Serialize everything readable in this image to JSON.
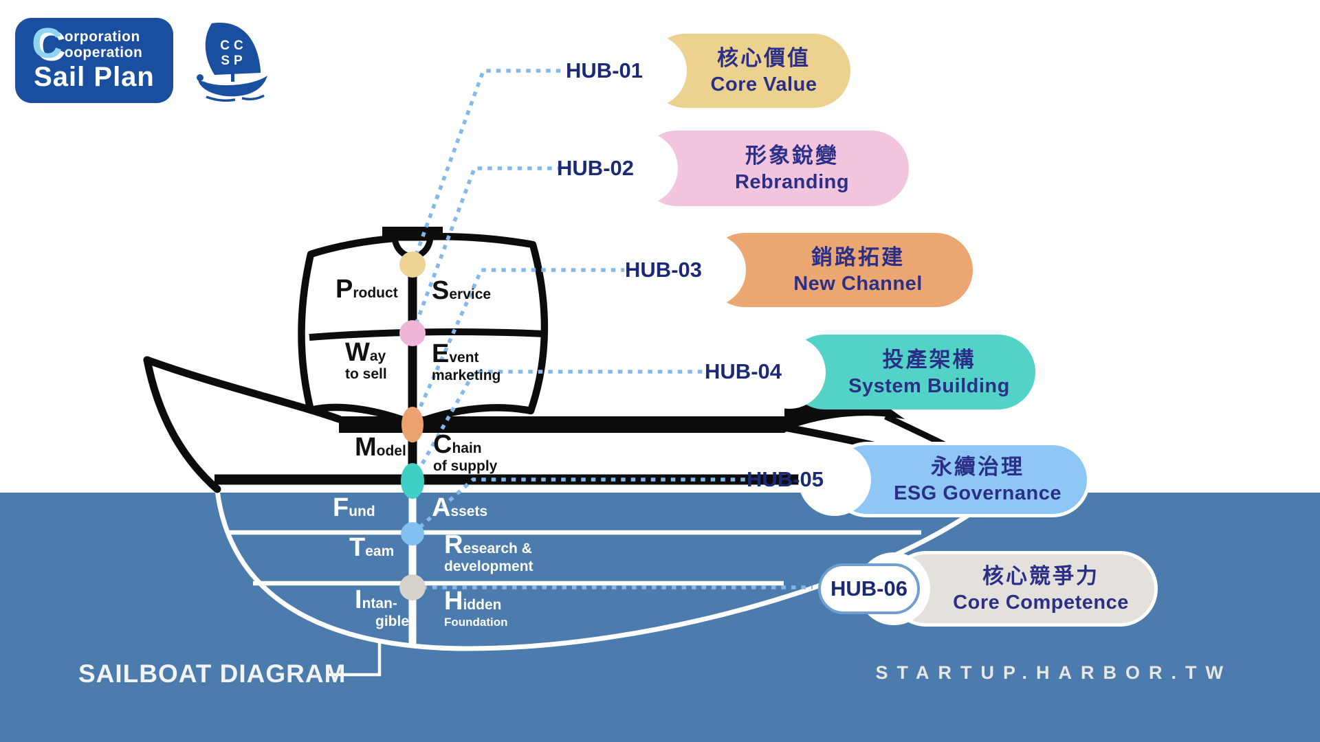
{
  "logo": {
    "big_c": "C",
    "word_top": "orporation",
    "word_bottom": "ooperation",
    "title": "Sail Plan",
    "icon_top": "CC",
    "icon_bottom": "SP"
  },
  "hubs": [
    {
      "id": "HUB-01",
      "zh": "核心價值",
      "en": "Core Value",
      "color": "#ecd18f",
      "dot": "#efd393"
    },
    {
      "id": "HUB-02",
      "zh": "形象銳變",
      "en": "Rebranding",
      "color": "#f2c4dd",
      "dot": "#f0b6d7"
    },
    {
      "id": "HUB-03",
      "zh": "銷路拓建",
      "en": "New Channel",
      "color": "#eca671",
      "dot": "#eba26e"
    },
    {
      "id": "HUB-04",
      "zh": "投產架構",
      "en": "System Building",
      "color": "#53d3c8",
      "dot": "#3fcfc4"
    },
    {
      "id": "HUB-05",
      "zh": "永續治理",
      "en": "ESG Governance",
      "color": "#8ec6f5",
      "dot": "#82c0f2"
    },
    {
      "id": "HUB-06",
      "zh": "核心競爭力",
      "en": "Core Competence",
      "color": "#e4e1dd",
      "dot": "#d7d3cc"
    }
  ],
  "boat": {
    "product": {
      "cap": "P",
      "rest": "roduct"
    },
    "service": {
      "cap": "S",
      "rest": "ervice"
    },
    "way": {
      "cap": "W",
      "rest": "ay",
      "line2": "to sell"
    },
    "event": {
      "cap": "E",
      "rest": "vent",
      "line2": "marketing"
    },
    "model": {
      "cap": "M",
      "rest": "odel"
    },
    "chain": {
      "cap": "C",
      "rest": "hain",
      "line2": "of supply"
    },
    "fund": {
      "cap": "F",
      "rest": "und"
    },
    "assets": {
      "cap": "A",
      "rest": "ssets"
    },
    "team": {
      "cap": "T",
      "rest": "eam"
    },
    "research": {
      "cap": "R",
      "rest": "esearch &",
      "line2": "development"
    },
    "intangible": {
      "cap": "I",
      "rest": "ntan-",
      "line2": "gible"
    },
    "hidden": {
      "cap": "H",
      "rest": "idden",
      "line2": "Foundation"
    }
  },
  "footer": {
    "diagram_label": "SAILBOAT DIAGRAM",
    "website": "STARTUP.HARBOR.TW"
  },
  "colors": {
    "sea": "#4b7cad",
    "pill_text": "#2b2f86",
    "hub_label": "#1c2a75",
    "dotted_line": "#85b8ea",
    "logo_bg": "#1a4fa0",
    "logo_c": "#8fd4f2"
  }
}
